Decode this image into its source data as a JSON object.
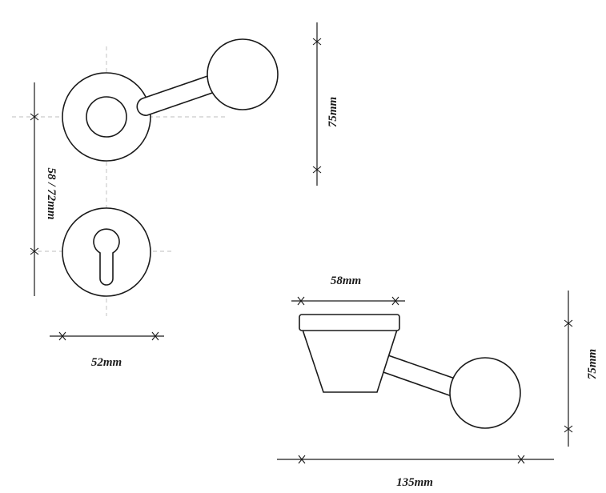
{
  "dimensions": {
    "handle_height_top": "75mm",
    "rose_spacing": "58 / 72mm",
    "rose_diameter": "52mm",
    "rose_depth": "58mm",
    "handle_height_side": "75mm",
    "projection": "135mm"
  }
}
